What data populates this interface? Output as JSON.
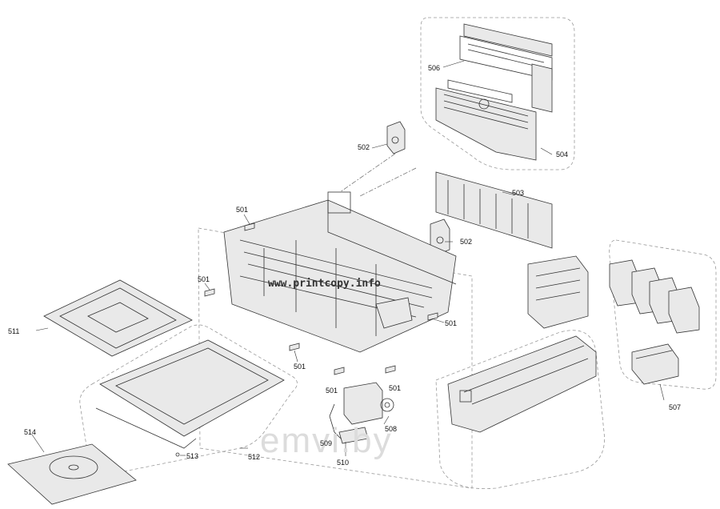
{
  "callouts": [
    {
      "id": "c506",
      "text": "506"
    },
    {
      "id": "c504",
      "text": "504"
    },
    {
      "id": "c502a",
      "text": "502"
    },
    {
      "id": "c503",
      "text": "503"
    },
    {
      "id": "c501a",
      "text": "501"
    },
    {
      "id": "c502b",
      "text": "502"
    },
    {
      "id": "c501b",
      "text": "501"
    },
    {
      "id": "c511",
      "text": "511"
    },
    {
      "id": "c501c",
      "text": "501"
    },
    {
      "id": "c501d",
      "text": "501"
    },
    {
      "id": "c507",
      "text": "507"
    },
    {
      "id": "c501e",
      "text": "501"
    },
    {
      "id": "c501f",
      "text": "501"
    },
    {
      "id": "c508",
      "text": "508"
    },
    {
      "id": "c514",
      "text": "514"
    },
    {
      "id": "c509",
      "text": "509"
    },
    {
      "id": "c513",
      "text": "513"
    },
    {
      "id": "c512",
      "text": "512"
    },
    {
      "id": "c510",
      "text": "510"
    }
  ],
  "watermarks": {
    "printcopy": "www.printcopy.info",
    "emvi": "emvi.by"
  }
}
